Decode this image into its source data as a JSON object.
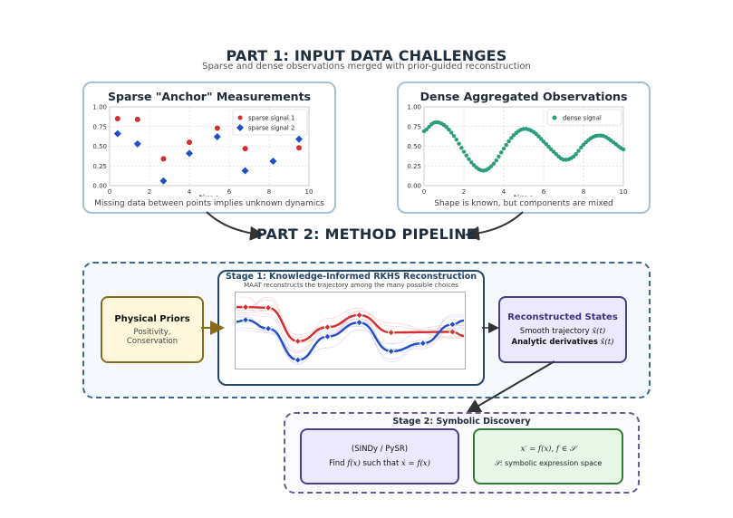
{
  "part1": {
    "title": "PART 1: INPUT DATA CHALLENGES",
    "subtitle": "Sparse and dense observations merged with prior-guided reconstruction"
  },
  "sparse_panel": {
    "title": "Sparse \"Anchor\" Measurements",
    "caption": "Missing data between points implies unknown dynamics",
    "xlabel": "time"
  },
  "dense_panel": {
    "title": "Dense Aggregated Observations",
    "caption": "Shape is known, but components are mixed",
    "xlabel": "time"
  },
  "part2": {
    "title": "PART 2: METHOD PIPELINE"
  },
  "stage1": {
    "title": "Stage 1: Knowledge-Informed RKHS Reconstruction",
    "subtitle": "MAAT reconstructs the trajectory among the many possible choices"
  },
  "priors": {
    "title": "Physical Priors",
    "line1": "Positivity,",
    "line2": "Conservation"
  },
  "recon": {
    "title": "Reconstructed States",
    "line1_prefix": "Smooth trajectory",
    "line1_math": "x̂(t)",
    "line2_prefix": "Analytic derivatives",
    "line2_math": "x̂̇(t)"
  },
  "stage2": {
    "title": "Stage 2: Symbolic Discovery",
    "sindy_line1": "(SINDy / PySR)",
    "sindy_line2_prefix": "Find",
    "sindy_line2_math1": "f(x)",
    "sindy_line2_mid": "such that",
    "sindy_line2_math2": "ẋ = f(x)",
    "space_line1": "x′ = f(x),  f ∈ 𝒮",
    "space_line2_math": "𝒮",
    "space_line2_text": ": symbolic expression space"
  },
  "colors": {
    "red": "#d32f2f",
    "blue": "#1e4fc9",
    "teal": "#2a9d7f",
    "priors_border": "#8a6a1f",
    "recon_border": "#4a3f8f",
    "space_border": "#2e7d32"
  },
  "chart_data": [
    {
      "type": "scatter",
      "title": "Sparse \"Anchor\" Measurements",
      "xlabel": "time",
      "ylabel": "",
      "xlim": [
        0,
        10
      ],
      "ylim": [
        0,
        1
      ],
      "xticks": [
        0,
        2,
        4,
        6,
        8,
        10
      ],
      "yticks": [
        0.0,
        0.25,
        0.5,
        0.75,
        1.0
      ],
      "ytick_labels": [
        "0.00",
        "0.25",
        "0.50",
        "0.75",
        "1.00"
      ],
      "grid": true,
      "legend": "top-right",
      "series": [
        {
          "name": "sparse signal 1",
          "marker": "circle",
          "x": [
            0.4,
            1.4,
            2.7,
            4.0,
            5.4,
            6.8,
            9.5
          ],
          "y": [
            0.85,
            0.84,
            0.34,
            0.55,
            0.73,
            0.47,
            0.48
          ]
        },
        {
          "name": "sparse signal 2",
          "marker": "diamond",
          "x": [
            0.4,
            1.4,
            2.7,
            4.0,
            5.4,
            6.8,
            8.2,
            9.5
          ],
          "y": [
            0.66,
            0.53,
            0.06,
            0.41,
            0.62,
            0.19,
            0.31,
            0.59
          ]
        }
      ]
    },
    {
      "type": "scatter",
      "title": "Dense Aggregated Observations",
      "xlabel": "time",
      "ylabel": "",
      "xlim": [
        0,
        10
      ],
      "ylim": [
        0,
        1
      ],
      "xticks": [
        0,
        2,
        4,
        6,
        8,
        10
      ],
      "yticks": [
        0.0,
        0.25,
        0.5,
        0.75,
        1.0
      ],
      "ytick_labels": [
        "0.00",
        "0.25",
        "0.50",
        "0.75",
        "1.00"
      ],
      "grid": true,
      "legend": "top-right",
      "series": [
        {
          "name": "dense signal",
          "marker": "circle",
          "x": [
            0.0,
            0.5,
            1.0,
            1.5,
            2.0,
            2.5,
            3.0,
            3.5,
            4.0,
            4.5,
            5.0,
            5.5,
            6.0,
            6.5,
            7.0,
            7.5,
            8.0,
            8.5,
            9.0,
            9.5,
            10.0
          ],
          "y": [
            0.69,
            0.8,
            0.77,
            0.63,
            0.43,
            0.26,
            0.19,
            0.28,
            0.47,
            0.64,
            0.72,
            0.68,
            0.56,
            0.43,
            0.33,
            0.37,
            0.52,
            0.62,
            0.63,
            0.55,
            0.46
          ]
        }
      ]
    }
  ]
}
